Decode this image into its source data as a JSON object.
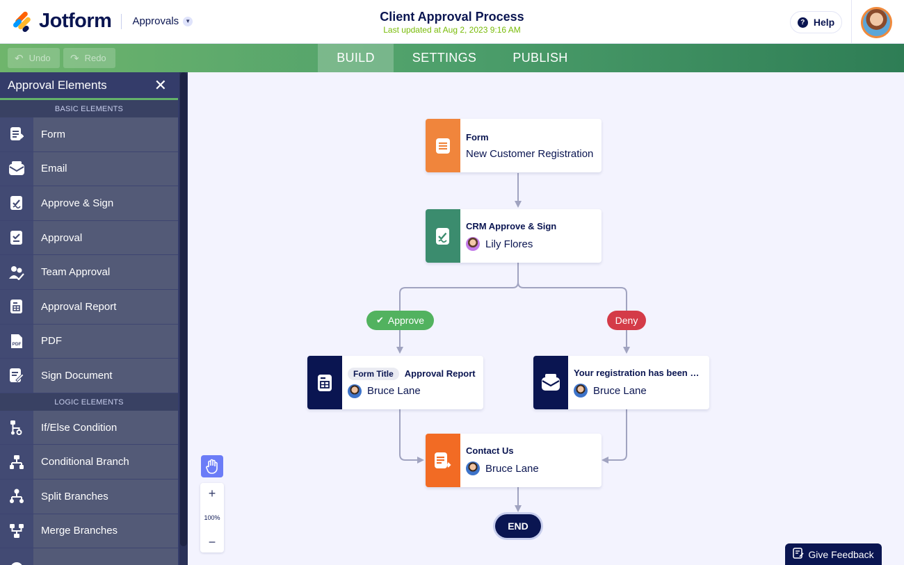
{
  "header": {
    "logo_text": "Jotform",
    "product_label": "Approvals",
    "title": "Client Approval Process",
    "subtitle": "Last updated at Aug 2, 2023 9:16 AM",
    "help_label": "Help"
  },
  "toolbar": {
    "undo_label": "Undo",
    "redo_label": "Redo",
    "tabs": [
      "BUILD",
      "SETTINGS",
      "PUBLISH"
    ],
    "active_tab": "BUILD"
  },
  "sidebar": {
    "title": "Approval Elements",
    "basic_section": "BASIC ELEMENTS",
    "basic_items": [
      {
        "label": "Form",
        "icon": "form-icon"
      },
      {
        "label": "Email",
        "icon": "email-icon"
      },
      {
        "label": "Approve & Sign",
        "icon": "approve-sign-icon"
      },
      {
        "label": "Approval",
        "icon": "approval-icon"
      },
      {
        "label": "Team Approval",
        "icon": "team-approval-icon"
      },
      {
        "label": "Approval Report",
        "icon": "approval-report-icon"
      },
      {
        "label": "PDF",
        "icon": "pdf-icon"
      },
      {
        "label": "Sign Document",
        "icon": "sign-document-icon"
      }
    ],
    "logic_section": "LOGIC ELEMENTS",
    "logic_items": [
      {
        "label": "If/Else Condition",
        "icon": "if-else-icon"
      },
      {
        "label": "Conditional Branch",
        "icon": "conditional-branch-icon"
      },
      {
        "label": "Split Branches",
        "icon": "split-branches-icon"
      },
      {
        "label": "Merge Branches",
        "icon": "merge-branches-icon"
      }
    ]
  },
  "flow": {
    "form_node": {
      "title": "Form",
      "subtitle": "New Customer Registration",
      "color": "#f0853c"
    },
    "crm_node": {
      "title": "CRM Approve & Sign",
      "assignee": "Lily Flores",
      "color": "#3b8c6e"
    },
    "approve_pill": "Approve",
    "deny_pill": "Deny",
    "report_node": {
      "tag": "Form Title",
      "title": "Approval Report",
      "assignee": "Bruce Lane",
      "color": "#0a1551"
    },
    "email_node": {
      "title": "Your registration has been denied",
      "assignee": "Bruce Lane",
      "color": "#0a1551"
    },
    "contact_node": {
      "title": "Contact Us",
      "assignee": "Bruce Lane",
      "color": "#f26b24"
    },
    "end_label": "END"
  },
  "zoom": {
    "level": "100%",
    "plus": "+",
    "minus": "−"
  },
  "feedback_label": "Give Feedback",
  "colors": {
    "approve": "#52b25f",
    "deny": "#d43b48",
    "accent": "#64b26a",
    "navy": "#0a1551"
  }
}
